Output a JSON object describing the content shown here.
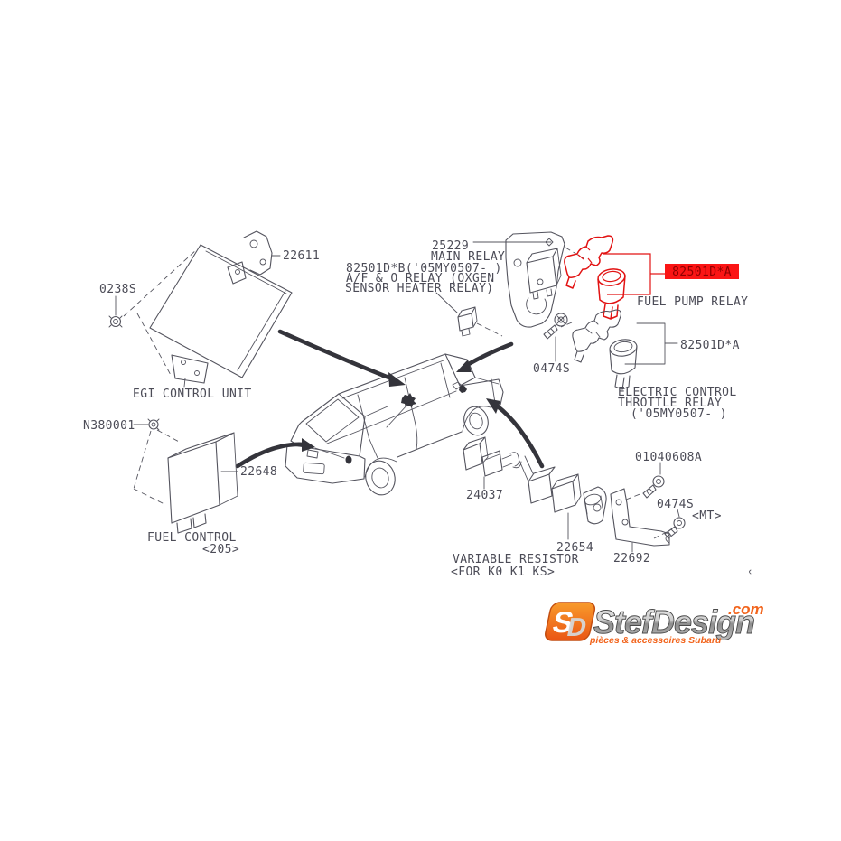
{
  "parts": {
    "egi_unit": {
      "caption": "EGI CONTROL UNIT",
      "bracket_number": "22611",
      "nut_number": "0238S"
    },
    "main_relay": {
      "number": "25229",
      "name": "MAIN RELAY"
    },
    "af_relay": {
      "line1": "82501D*B('05MY0507- )",
      "line2": "A/F & O RELAY (OXGEN",
      "line3": "SENSOR HEATER RELAY)"
    },
    "screw_upper": {
      "number": "0474S"
    },
    "fuel_pump_relay": {
      "number": "82501D*A",
      "name": "FUEL PUMP RELAY",
      "highlighted": true
    },
    "throttle_relay": {
      "number": "82501D*A",
      "line1": "ELECTRIC CONTROL",
      "line2": "THROTTLE RELAY",
      "line3": "('05MY0507- )"
    },
    "fuel_control": {
      "number": "22648",
      "nut_number": "N380001",
      "line1": "FUEL CONTROL",
      "line2": "<205>"
    },
    "variable_resistor": {
      "caption1": "VARIABLE RESISTOR",
      "caption2": "<FOR K0 K1 KS>",
      "harness_number": "24037",
      "connector_number": "22654",
      "bracket_number": "22692",
      "bolt_number": "01040608A",
      "screw_number": "0474S",
      "screw_note": "<MT>"
    }
  },
  "logo": {
    "brand": "StefDesign",
    "tld": ".com",
    "tagline": "pièces & accessoires Subaru",
    "monogram_s": "S",
    "monogram_d": "D"
  },
  "colors": {
    "line": "#54545e",
    "text": "#4c4c57",
    "highlight_red": "#e21313",
    "label_bg": "#fb1515",
    "label_text": "#8e0000",
    "logo_orange": "#f2641c"
  }
}
